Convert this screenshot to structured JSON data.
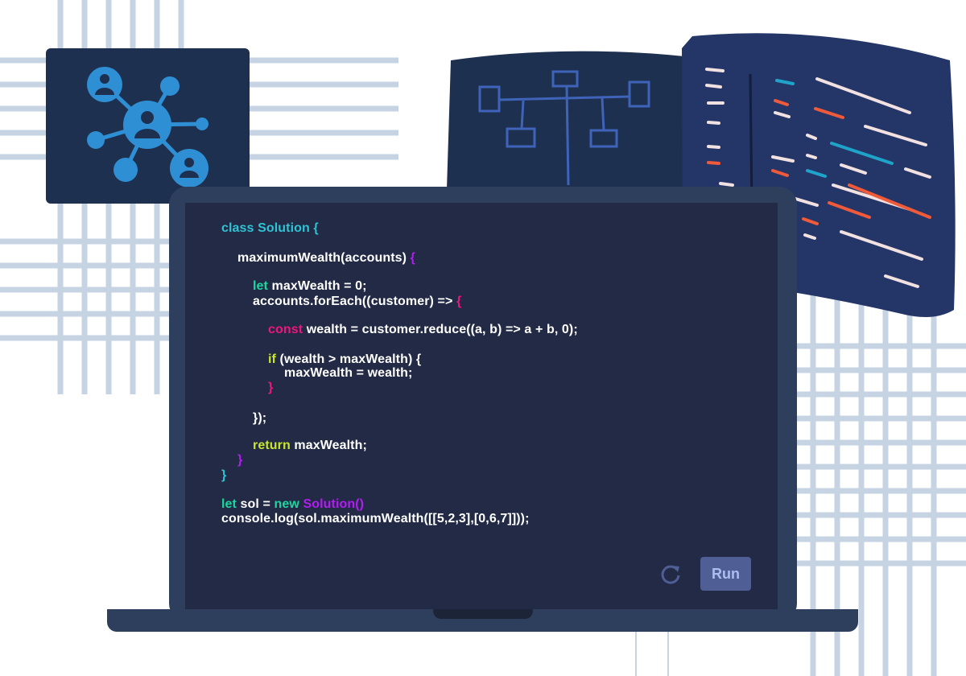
{
  "editor": {
    "lines": [
      [
        [
          "class Solution {",
          "c-cyan"
        ]
      ],
      [
        [
          "maximumWealth(accounts) ",
          "c-white"
        ],
        [
          "{",
          "c-purple"
        ]
      ],
      [
        [
          "let",
          "c-green"
        ],
        [
          " maxWealth = 0;",
          "c-white"
        ]
      ],
      [
        [
          "accounts.forEach((customer) => ",
          "c-white"
        ],
        [
          "{",
          "c-pink"
        ]
      ],
      [
        [
          "const",
          "c-pink"
        ],
        [
          " wealth = customer.reduce((a, b) => a + b, 0);",
          "c-white"
        ]
      ],
      [
        [
          "if",
          "c-yellow"
        ],
        [
          " (wealth > maxWealth) {",
          "c-white"
        ]
      ],
      [
        [
          "maxWealth = wealth;",
          "c-white"
        ]
      ],
      [
        [
          "}",
          "c-pink"
        ]
      ],
      [
        [
          "});",
          "c-white"
        ]
      ],
      [
        [
          "return",
          "c-yellow"
        ],
        [
          " maxWealth;",
          "c-white"
        ]
      ],
      [
        [
          "}",
          "c-purple"
        ]
      ],
      [
        [
          "}",
          "c-cyan"
        ]
      ],
      [
        [
          "let",
          "c-green"
        ],
        [
          " sol = ",
          "c-white"
        ],
        [
          "new",
          "c-green"
        ],
        [
          " Solution()",
          "c-purple"
        ]
      ],
      [
        [
          "console.log(sol.maximumWealth([[5,2,3],[0,6,7]]));",
          "c-white"
        ]
      ]
    ]
  },
  "controls": {
    "run_label": "Run",
    "reset_icon": "refresh-icon"
  },
  "colors": {
    "screen": "#222a45",
    "frame": "#2e3f5e",
    "accent": "#4f5f96"
  }
}
